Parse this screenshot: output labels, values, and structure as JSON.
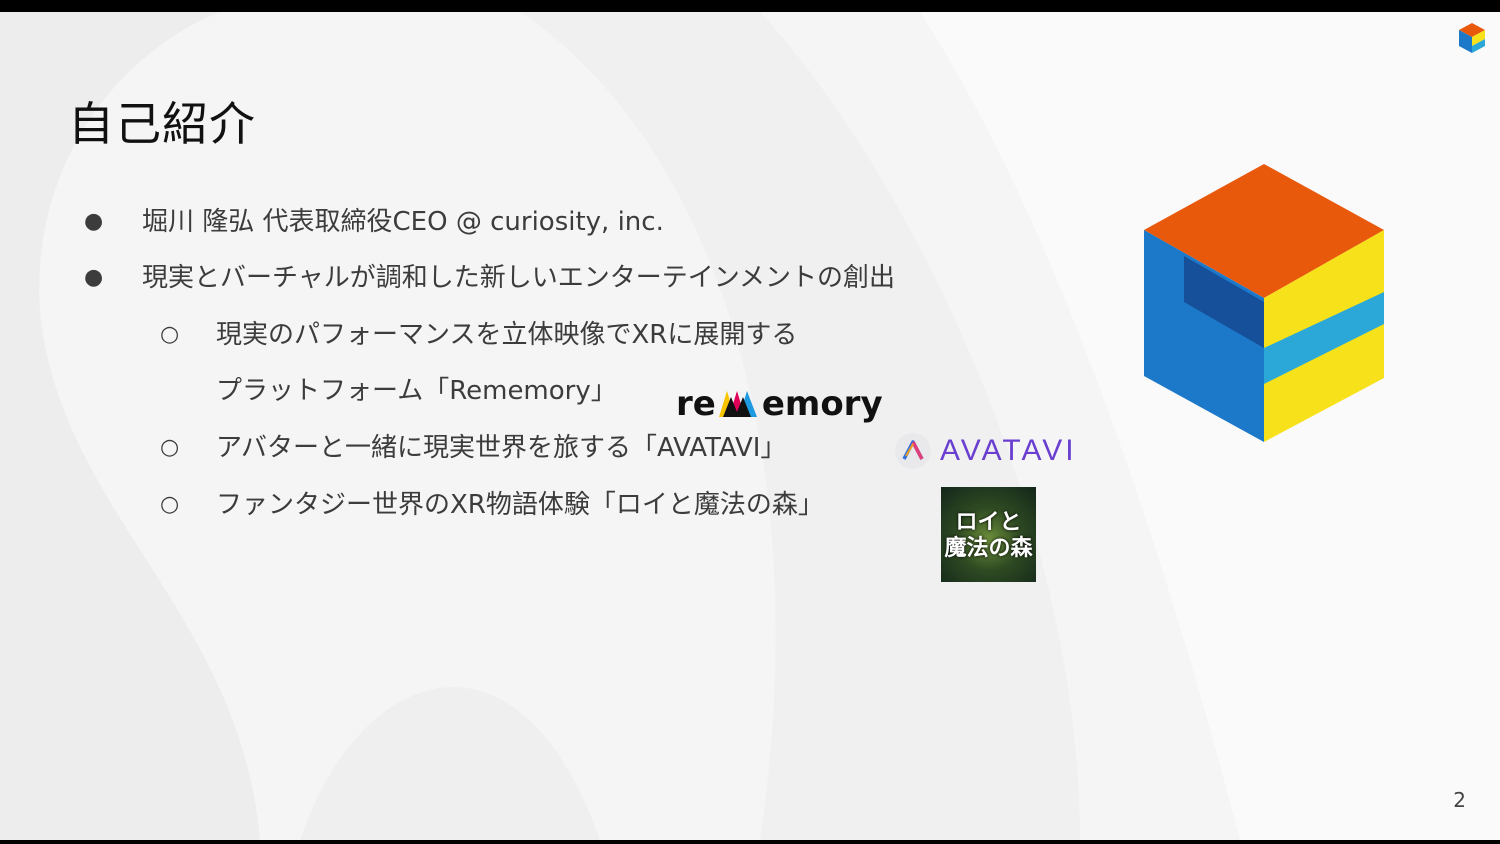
{
  "slide": {
    "title": "自己紹介",
    "page_number": "2",
    "bullets": [
      {
        "marker": "●",
        "text": "堀川 隆弘 代表取締役CEO @ curiosity, inc."
      },
      {
        "marker": "●",
        "text": "現実とバーチャルが調和した新しいエンターテインメントの創出"
      }
    ],
    "sub_bullets": [
      {
        "marker": "○",
        "line1": "現実のパフォーマンスを立体映像でXRに展開する",
        "line2": "プラットフォーム「Rememory」"
      },
      {
        "marker": "○",
        "line1": "アバターと一緒に現実世界を旅する「AVATAVI」"
      },
      {
        "marker": "○",
        "line1": "ファンタジー世界のXR物語体験「ロイと魔法の森」"
      }
    ]
  },
  "logos": {
    "rememory": {
      "prefix": "re",
      "suffix": "emory"
    },
    "avatavi": {
      "word": "AVATAVI"
    },
    "roi": {
      "line1": "ロイと",
      "line2": "魔法の森"
    }
  },
  "colors": {
    "brand_orange": "#e8590c",
    "brand_blue": "#1c78c8",
    "brand_cyan": "#2ba7d8",
    "brand_yellow": "#f7e11b",
    "text": "#3c3c3c"
  }
}
